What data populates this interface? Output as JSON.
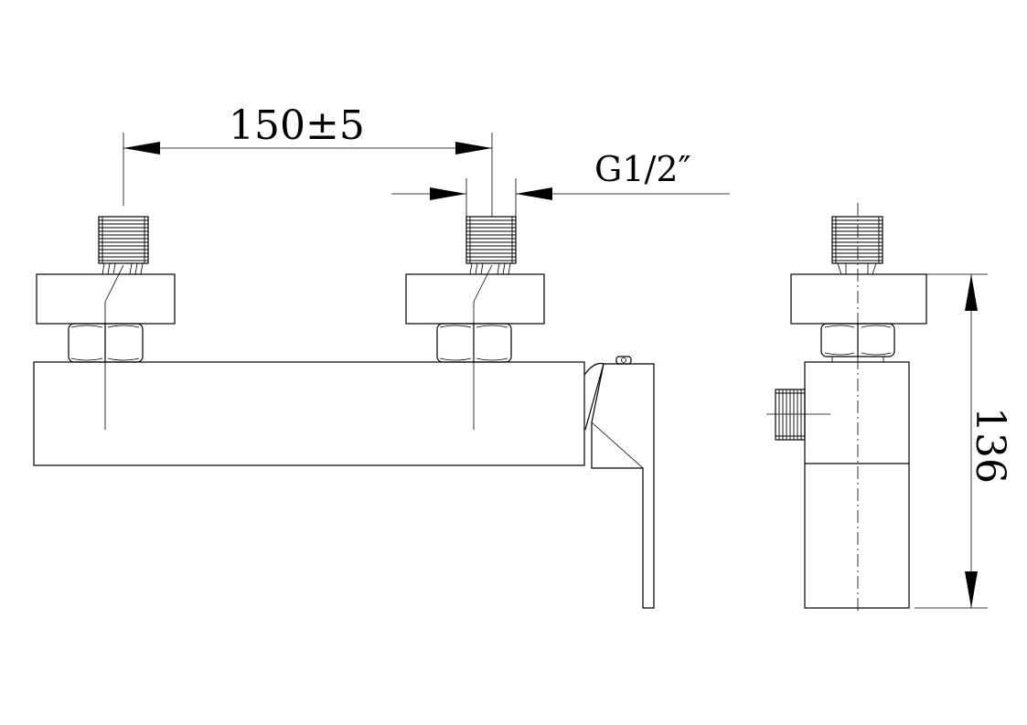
{
  "dimensions": {
    "spacing_label": "150±5",
    "thread_label": "G1/2″",
    "height_label": "136"
  },
  "colors": {
    "line": "#000000",
    "background": "#ffffff"
  }
}
